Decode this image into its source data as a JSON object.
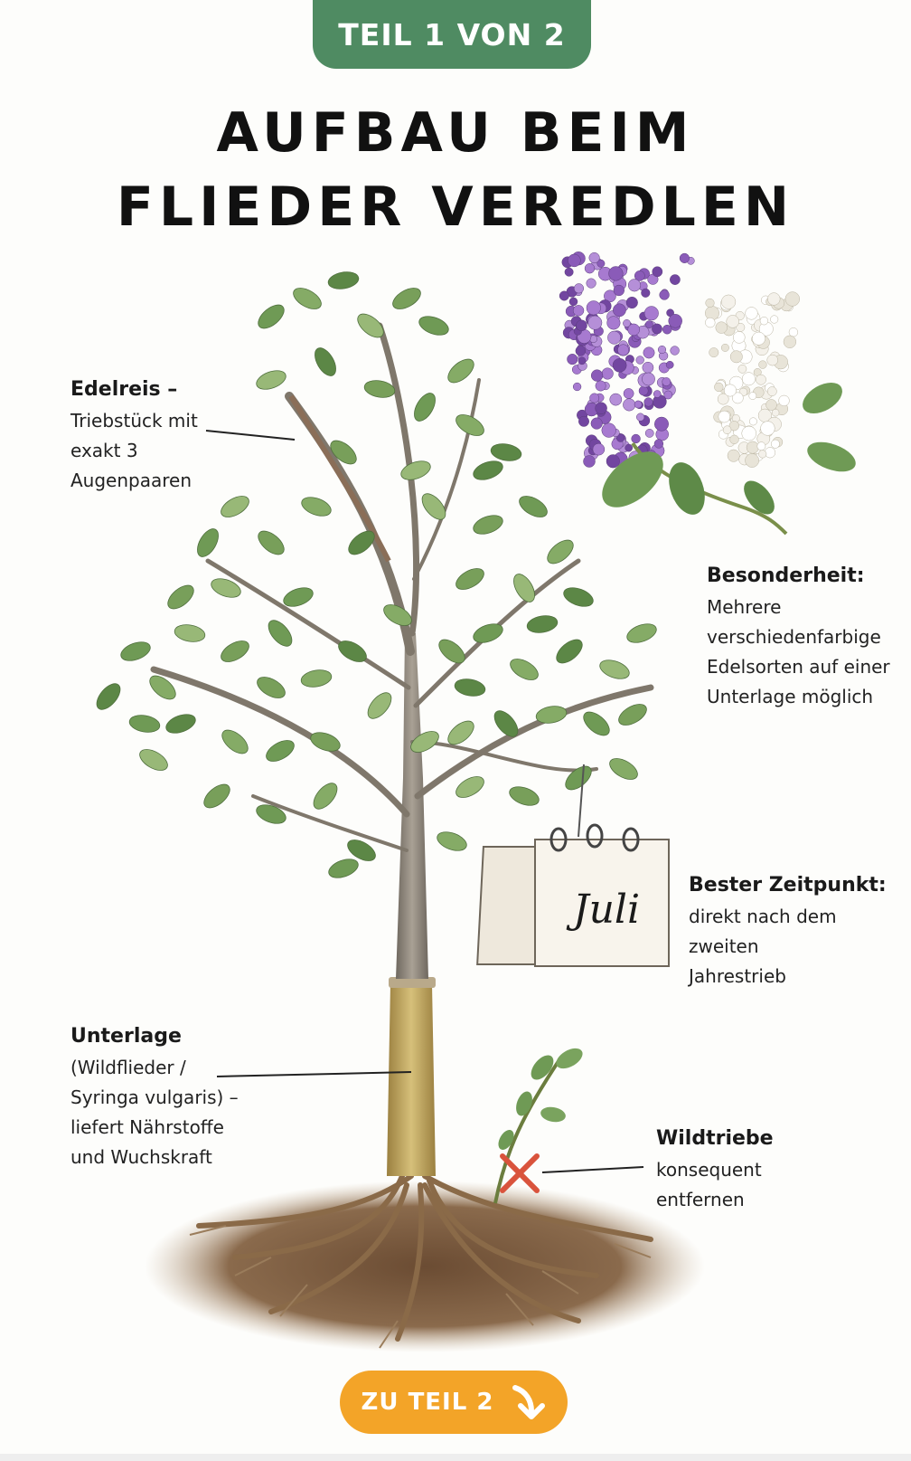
{
  "header": {
    "badge": "TEIL 1 VON 2"
  },
  "title": {
    "line1": "AUFBAU BEIM",
    "line2": "FLIEDER VEREDLEN"
  },
  "labels": {
    "edelreis": {
      "head": "Edelreis –",
      "lines": [
        "Triebstück mit",
        "exakt 3",
        "Augenpaaren"
      ]
    },
    "besonderheit": {
      "head": "Besonderheit:",
      "lines": [
        "Mehrere",
        "verschiedenfarbige",
        "Edelsorten auf einer",
        "Unterlage möglich"
      ]
    },
    "zeitpunkt": {
      "head": "Bester Zeitpunkt:",
      "lines": [
        "direkt nach dem",
        "zweiten",
        "Jahrestrieb"
      ]
    },
    "unterlage": {
      "head": "Unterlage",
      "lines": [
        "(Wildflieder /",
        "Syringa vulgaris) –",
        "liefert Nährstoffe",
        "und Wuchskraft"
      ]
    },
    "wildtriebe": {
      "head": "Wildtriebe",
      "lines": [
        "konsequent",
        "entfernen"
      ]
    }
  },
  "calendar": {
    "text": "Juli"
  },
  "cta": {
    "label": "ZU TEIL 2"
  },
  "colors": {
    "badge": "#4f8b62",
    "cta": "#f3a428",
    "lilac_purple": "#8a5bb8",
    "lilac_white": "#f4f1ea",
    "leaf": "#6f9a55",
    "bark": "#8d8579",
    "rootstock": "#c3a964",
    "soil": "#7a5a3e",
    "mark_x": "#d9533c"
  },
  "icons": [
    "calendar-icon",
    "cross-mark-icon",
    "arrow-down-right-icon",
    "lilac-flowers-icon",
    "tree-illustration"
  ]
}
